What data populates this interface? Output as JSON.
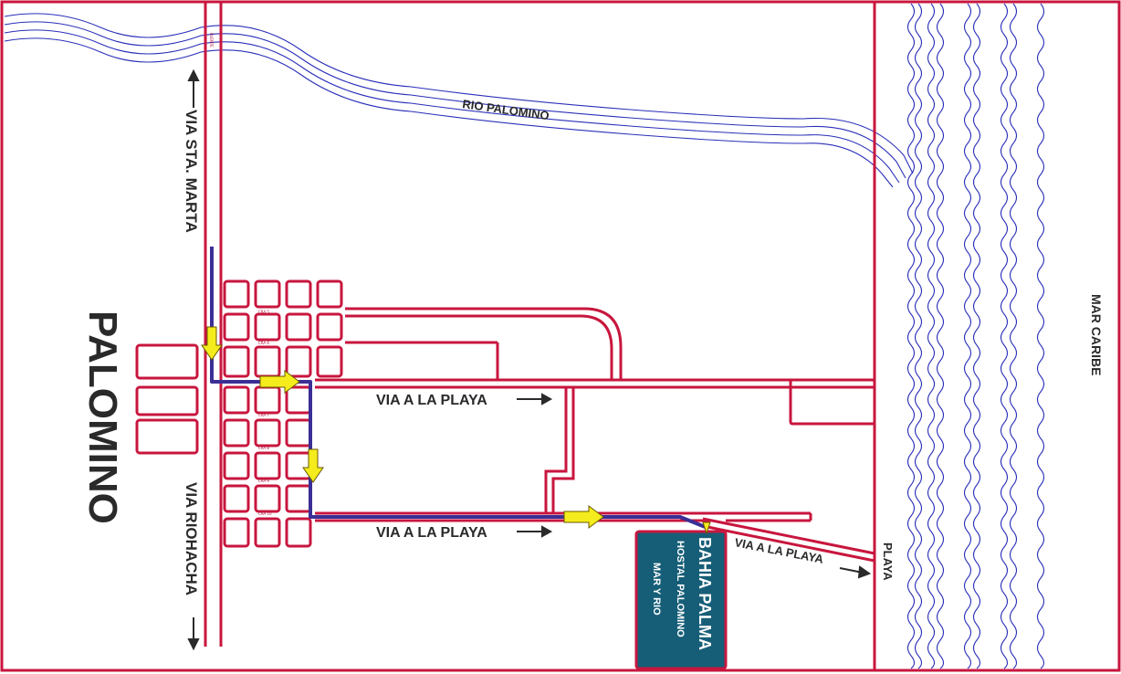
{
  "town_label": "PALOMINO",
  "river_label": "RIO PALOMINO",
  "sea_label": "MAR CARIBE",
  "beach_label": "PLAYA",
  "north_road_label": "VIA STA. MARTA",
  "south_road_label": "VIA RIOHACHA",
  "bridge_label": "PUENTE",
  "beach_road_labels": [
    "VIA A LA PLAYA",
    "VIA A LA PLAYA",
    "VIA A LA PLAYA"
  ],
  "street_labels": [
    "CRA 5",
    "CRA 6",
    "CRA 7",
    "CRA 8",
    "CRA 9",
    "CRA 10"
  ],
  "destination": {
    "name": "BAHIA PALMA",
    "line2": "HOSTAL PALOMINO",
    "line3": "MAR Y RIO"
  },
  "colors": {
    "road": "#c8163e",
    "route": "#3b2f96",
    "arrow": "#f4ec1c",
    "water": "#2a2fb8",
    "sign_bg": "#165e78",
    "label": "#2a2a2a"
  }
}
